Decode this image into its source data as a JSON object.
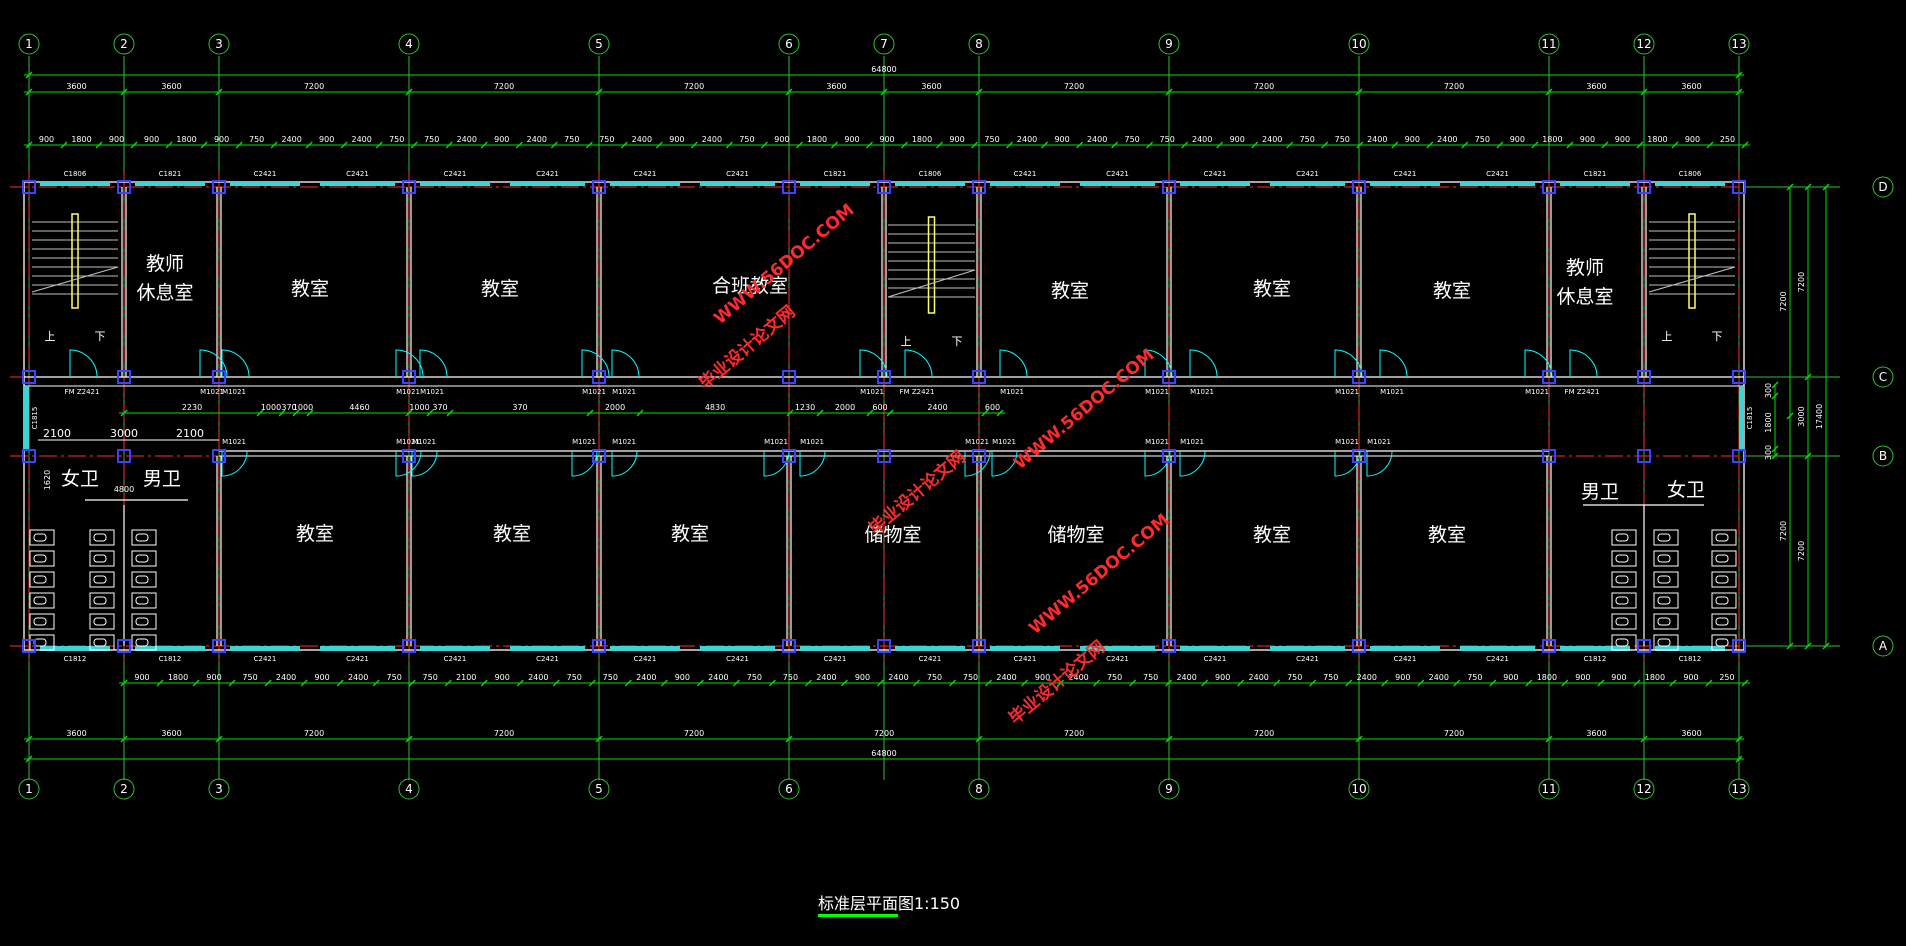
{
  "grid": {
    "vertical_labels": [
      "1",
      "2",
      "3",
      "4",
      "5",
      "6",
      "7",
      "8",
      "9",
      "10",
      "11",
      "12",
      "13"
    ],
    "bottom_labels": [
      "1",
      "2",
      "3",
      "4",
      "5",
      "6",
      "8",
      "9",
      "10",
      "11",
      "12",
      "13"
    ],
    "horizontal_labels": [
      "D",
      "C",
      "B",
      "A"
    ]
  },
  "dimensions": {
    "overall_top": "64800",
    "overall_bottom": "64800",
    "bay_top": [
      "3600",
      "3600",
      "7200",
      "7200",
      "7200",
      "3600",
      "3600",
      "7200",
      "7200",
      "7200",
      "3600",
      "3600"
    ],
    "bay_bottom": [
      "3600",
      "3600",
      "7200",
      "7200",
      "7200",
      "7200",
      "7200",
      "7200",
      "7200",
      "3600",
      "3600"
    ],
    "right_outer": [
      "7200",
      "3000",
      "7200"
    ],
    "right_mid": [
      "7200",
      "7200"
    ],
    "right_total": "17400",
    "right_inner": [
      "300",
      "1800",
      "300"
    ],
    "corridor_top": [
      "2230",
      "1000",
      "370",
      "1000",
      "4460",
      "1000",
      "370",
      "370",
      "2000",
      "4830",
      "1230",
      "2000",
      "600",
      "2400",
      "600"
    ],
    "toilet": [
      "2100",
      "3000",
      "2100",
      "4800",
      "1620"
    ],
    "window_top_seg": [
      "900",
      "1800",
      "900",
      "900",
      "1800",
      "900",
      "750",
      "2400",
      "900",
      "2400",
      "750",
      "750",
      "2400",
      "900",
      "2400",
      "750",
      "750",
      "2400",
      "900",
      "2400",
      "750",
      "900",
      "1800",
      "900",
      "900",
      "1800",
      "900",
      "750",
      "2400",
      "900",
      "2400",
      "750",
      "750",
      "2400",
      "900",
      "2400",
      "750",
      "750",
      "2400",
      "900",
      "2400",
      "750",
      "900",
      "1800",
      "900",
      "900",
      "1800",
      "900",
      "250"
    ],
    "window_bottom_seg": [
      "900",
      "1800",
      "900",
      "750",
      "2400",
      "900",
      "2400",
      "750",
      "750",
      "2100",
      "900",
      "2400",
      "750",
      "750",
      "2400",
      "900",
      "2400",
      "750",
      "750",
      "2400",
      "900",
      "2400",
      "750",
      "750",
      "2400",
      "900",
      "2400",
      "750",
      "750",
      "2400",
      "900",
      "2400",
      "750",
      "750",
      "2400",
      "900",
      "2400",
      "750",
      "900",
      "1800",
      "900",
      "900",
      "1800",
      "900",
      "250"
    ]
  },
  "codes": {
    "top_windows": [
      "C1806",
      "C1821",
      "C2421",
      "C2421",
      "C2421",
      "C2421",
      "C2421",
      "C2421",
      "C1821",
      "C1806",
      "C2421",
      "C2421",
      "C2421",
      "C2421",
      "C2421",
      "C2421",
      "C1821",
      "C1806"
    ],
    "bottom_windows": [
      "C1812",
      "C1812",
      "C2421",
      "C2421",
      "C2421",
      "C2421",
      "C2421",
      "C2421",
      "C2421",
      "C2421",
      "C2421",
      "C2421",
      "C2421",
      "C2421",
      "C2421",
      "C2421",
      "C1812",
      "C1812"
    ],
    "doors_upper": [
      "FM Z2421",
      "M1021",
      "M1021",
      "M1021",
      "M1021",
      "M1021",
      "M1021",
      "M1021",
      "FM Z2421",
      "M1021",
      "M1021",
      "M1021",
      "M1021",
      "M1021",
      "M1021",
      "FM Z2421"
    ],
    "doors_lower": [
      "M1021",
      "M1021",
      "M1021",
      "M1021",
      "M1021",
      "M1021",
      "M1021",
      "M1021",
      "M1021",
      "M1021",
      "M1021",
      "M1021",
      "M1021"
    ],
    "side_windows": [
      "C1815",
      "C1815"
    ]
  },
  "rooms": {
    "teacher_lounge": "教师\n休息室",
    "classroom": "教室",
    "combined_classroom": "合班教室",
    "storage": "储物室",
    "women_wc": "女卫",
    "men_wc": "男卫",
    "up": "上",
    "down": "下"
  },
  "watermark": {
    "url": "WWW.56DOC.COM",
    "site": "毕业设计论文网"
  },
  "title": {
    "name": "标准层平面图",
    "scale": "1:150"
  },
  "colors": {
    "background": "#000000",
    "grid_line": "#ff2b2b",
    "dim_line": "#00e000",
    "wall": "#ffffff",
    "window": "#3fd4d4",
    "column": "#4040ff",
    "door": "#00ffff",
    "watermark": "#ff2a2a",
    "title_underline": "#00ff00"
  }
}
